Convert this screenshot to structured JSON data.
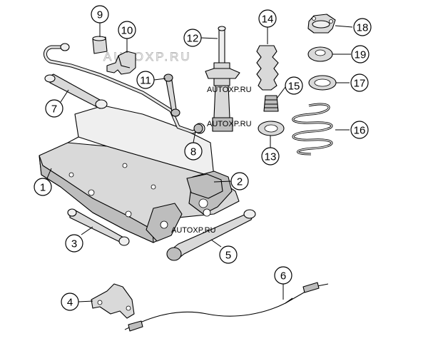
{
  "watermarks": {
    "top": "AUTOXP.RU",
    "strut_upper": "AUTOXP.RU",
    "strut_lower": "AUTOXP.RU",
    "bottom": "AUTOXP.RU"
  },
  "callouts": [
    "1",
    "2",
    "3",
    "4",
    "5",
    "6",
    "7",
    "8",
    "9",
    "10",
    "11",
    "12",
    "13",
    "14",
    "15",
    "16",
    "17",
    "18",
    "19"
  ]
}
